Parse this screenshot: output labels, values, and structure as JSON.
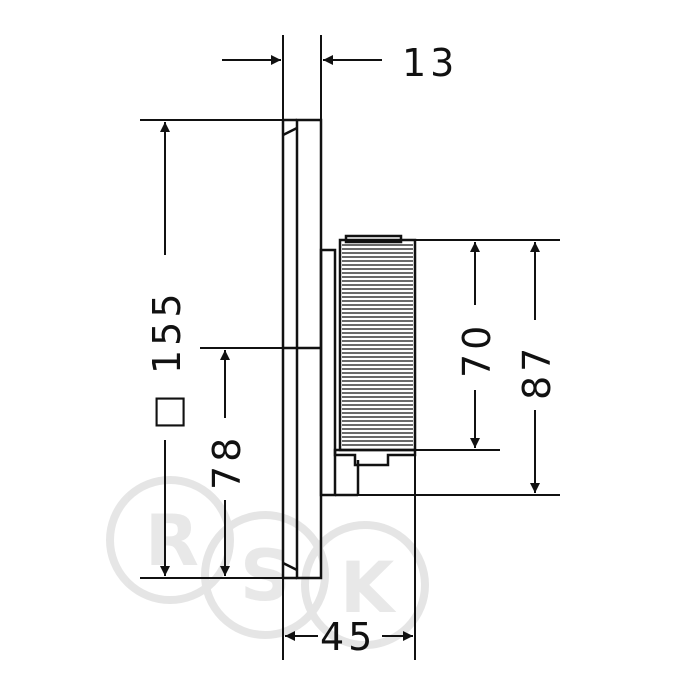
{
  "drawing": {
    "dimensions": {
      "top_width": "13",
      "height_total": "□ 155",
      "height_lower": "78",
      "knob_height": "70",
      "knob_height_overall": "87",
      "depth_total": "45"
    },
    "watermark": {
      "letter_1": "R",
      "letter_2": "S",
      "letter_3": "K"
    },
    "colors": {
      "line": "#111111",
      "watermark": "#e3e3e3"
    }
  }
}
